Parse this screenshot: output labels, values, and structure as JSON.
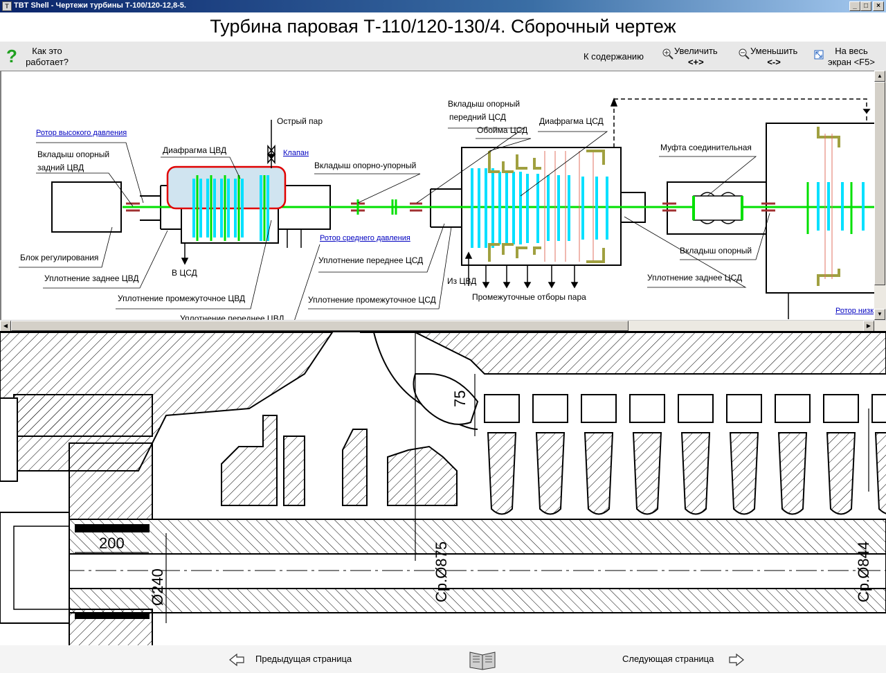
{
  "window": {
    "title": "TBT Shell - Чертежи турбины Т-100/120-12,8-5.",
    "minimize": "_",
    "maximize": "□",
    "close": "×"
  },
  "document": {
    "title": "Турбина паровая Т-110/120-130/4. Сборочный чертеж"
  },
  "toolbar": {
    "help_label_1": "Как это",
    "help_label_2": "работает?",
    "contents": "К содержанию",
    "zoom_in_1": "Увеличить",
    "zoom_in_2": "<+>",
    "zoom_out_1": "Уменьшить",
    "zoom_out_2": "<->",
    "fullscreen_1": "На весь",
    "fullscreen_2": "экран <F5>"
  },
  "scheme": {
    "links": {
      "hp_rotor": "Ротор высокого давления",
      "valve": "Клапан",
      "ip_rotor": "Ротор среднего давления",
      "lp_rotor": "Ротор низк"
    },
    "labels": {
      "rear_bearing_1": "Вкладыш опорный",
      "rear_bearing_2": "задний ЦВД",
      "control_block": "Блок регулирования",
      "hp_rear_seal": "Уплотнение заднее ЦВД",
      "hp_diaphragm": "Диафрагма ЦВД",
      "live_steam": "Острый пар",
      "thrust_bearing": "Вкладыш опорно-упорный",
      "to_ip": "В ЦСД",
      "hp_mid_seal": "Уплотнение промежуточное ЦВД",
      "hp_front_seal": "Уплотнение переднее ЦВД",
      "ip_front_bearing_1": "Вкладыш опорный",
      "ip_front_bearing_2": "передний ЦСД",
      "ip_holder": "Обойма ЦСД",
      "ip_diaphragm": "Диафрагма ЦСД",
      "ip_front_seal": "Уплотнение переднее ЦСД",
      "from_hp": "Из ЦВД",
      "ip_mid_seal": "Уплотнение промежуточное ЦСД",
      "extractions": "Промежуточные отборы пара",
      "coupling": "Муфта соединительная",
      "bearing": "Вкладыш опорный",
      "ip_rear_seal": "Уплотнение заднее ЦСД"
    }
  },
  "drawing": {
    "dim_200": "200",
    "dim_240": "Ø240",
    "dim_875": "Ср.Ø875",
    "dim_844": "Ср.Ø844",
    "dim_75": "75"
  },
  "footer": {
    "prev": "Предыдущая страница",
    "next": "Следующая страница"
  },
  "colors": {
    "shaft": "#00e000",
    "blade": "#00e0ff",
    "highlight": "#e00000",
    "holder": "#a0a040",
    "link": "#0000c0"
  },
  "icons": {
    "help": "question-icon",
    "zoom_in": "zoom-in-icon",
    "zoom_out": "zoom-out-icon",
    "fullscreen": "fullscreen-icon",
    "prev": "arrow-left-icon",
    "next": "arrow-right-icon",
    "book": "book-icon"
  }
}
